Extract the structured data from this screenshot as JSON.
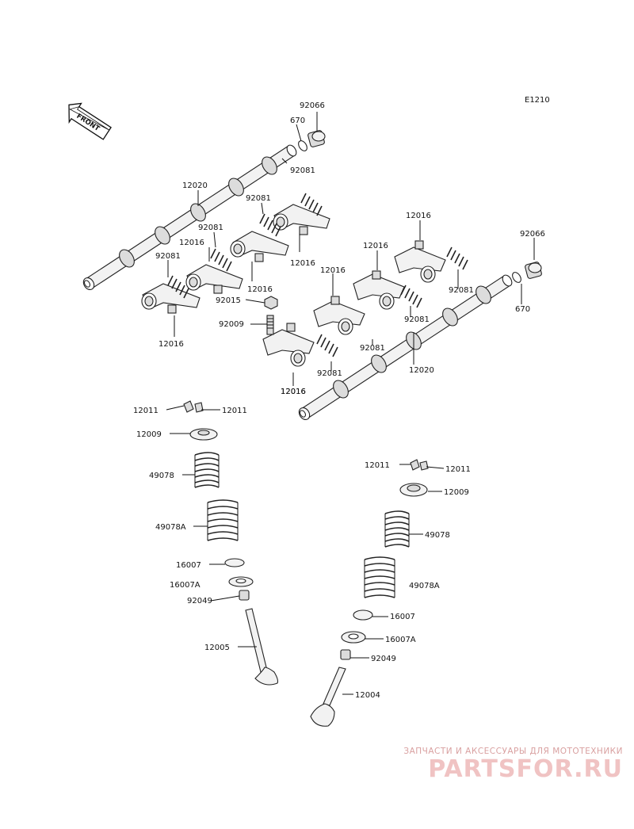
{
  "diagram_code": "E1210",
  "front_arrow_label": "FRONT",
  "labels": [
    "92066",
    "670",
    "92081",
    "12020",
    "92081",
    "92081",
    "12016",
    "92081",
    "12016",
    "12016",
    "92015",
    "12016",
    "92009",
    "12016",
    "12016",
    "12016",
    "12016",
    "92066",
    "92081",
    "670",
    "92081",
    "92081",
    "12020",
    "92081",
    "12016",
    "12011",
    "12011",
    "12009",
    "49078",
    "49078A",
    "16007",
    "16007A",
    "92049",
    "12005",
    "12011",
    "12011",
    "12009",
    "49078",
    "49078A",
    "16007",
    "16007A",
    "92049",
    "12004"
  ],
  "watermark": {
    "tagline": "ЗАПЧАСТИ И АКСЕССУАРЫ ДЛЯ МОТОТЕХНИКИ",
    "logo": "PARTSFOR.RU"
  }
}
